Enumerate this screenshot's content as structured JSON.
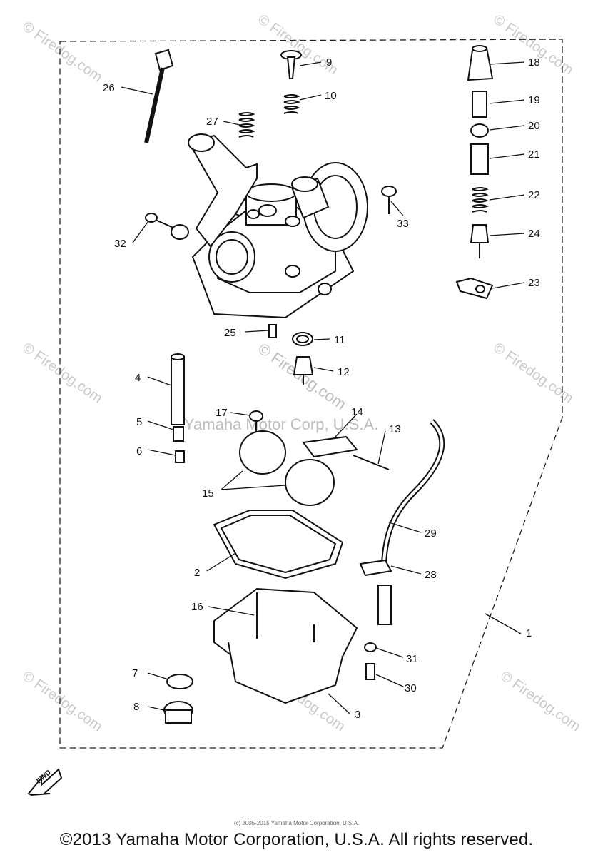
{
  "callouts": {
    "c1": "1",
    "c2": "2",
    "c3": "3",
    "c4": "4",
    "c5": "5",
    "c6": "6",
    "c7": "7",
    "c8": "8",
    "c9": "9",
    "c10": "10",
    "c11": "11",
    "c12": "12",
    "c13": "13",
    "c14": "14",
    "c15": "15",
    "c16": "16",
    "c17": "17",
    "c18": "18",
    "c19": "19",
    "c20": "20",
    "c21": "21",
    "c22": "22",
    "c23": "23",
    "c24": "24",
    "c25": "25",
    "c26": "26",
    "c27": "27",
    "c28": "28",
    "c29": "29",
    "c30": "30",
    "c31": "31",
    "c32": "32",
    "c33": "33"
  },
  "watermarks": {
    "site": "© Firedog.com",
    "center": "© Firedog.com",
    "maker": "Yamaha Motor Corp, U.S.A."
  },
  "fwd_label": "FWD",
  "footer": {
    "small": "(c) 2005-2015 Yamaha Motor Corporation, U.S.A.",
    "main": "©2013 Yamaha Motor Corporation, U.S.A. All rights reserved."
  }
}
